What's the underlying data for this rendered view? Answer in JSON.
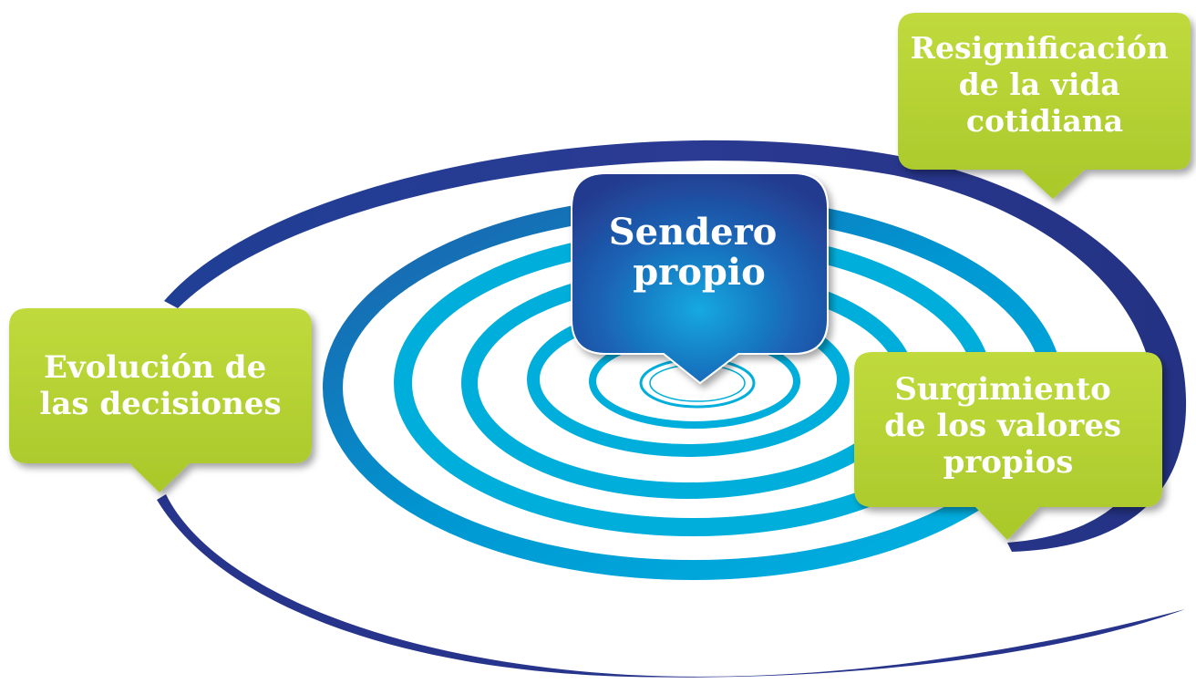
{
  "colors": {
    "dark_blue": "#27348b",
    "mid_blue": "#1d4f9c",
    "light_blue": "#00aedb",
    "green": "#b7d432",
    "green_dark": "#9cbc22",
    "text": "#ffffff"
  },
  "center_box": {
    "lines": [
      "Sendero",
      "propio"
    ]
  },
  "boxes": [
    {
      "id": "resignificacion",
      "lines": [
        "Resignificación",
        "de la vida",
        "cotidiana"
      ]
    },
    {
      "id": "evolucion",
      "lines": [
        "Evolución de",
        "las decisiones"
      ]
    },
    {
      "id": "surgimiento",
      "lines": [
        "Surgimiento",
        "de los valores",
        "propios"
      ]
    }
  ]
}
